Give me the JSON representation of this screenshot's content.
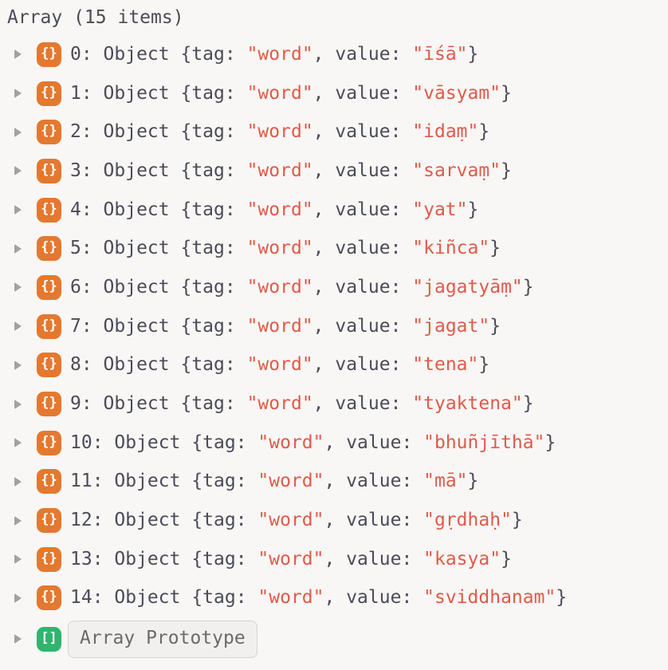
{
  "header": {
    "title": "Array (15 items)"
  },
  "list": {
    "item_type": "Object",
    "fragments": {
      "index_sep": ": ",
      "open": " {",
      "tag_key": "tag",
      "kv_sep": ": ",
      "comma": ", ",
      "value_key": "value",
      "close": "}",
      "quote": "\""
    },
    "items": [
      {
        "index": "0",
        "tag": "word",
        "value": "īśā"
      },
      {
        "index": "1",
        "tag": "word",
        "value": "vāsyam"
      },
      {
        "index": "2",
        "tag": "word",
        "value": "idaṃ"
      },
      {
        "index": "3",
        "tag": "word",
        "value": "sarvaṃ"
      },
      {
        "index": "4",
        "tag": "word",
        "value": "yat"
      },
      {
        "index": "5",
        "tag": "word",
        "value": "kiñca"
      },
      {
        "index": "6",
        "tag": "word",
        "value": "jagatyāṃ"
      },
      {
        "index": "7",
        "tag": "word",
        "value": "jagat"
      },
      {
        "index": "8",
        "tag": "word",
        "value": "tena"
      },
      {
        "index": "9",
        "tag": "word",
        "value": "tyaktena"
      },
      {
        "index": "10",
        "tag": "word",
        "value": "bhuñjīthā"
      },
      {
        "index": "11",
        "tag": "word",
        "value": "mā"
      },
      {
        "index": "12",
        "tag": "word",
        "value": "gṛdhaḥ"
      },
      {
        "index": "13",
        "tag": "word",
        "value": "kasya"
      },
      {
        "index": "14",
        "tag": "word",
        "value": "sviddhanam"
      }
    ]
  },
  "prototype": {
    "label": "Array Prototype"
  },
  "icons": {
    "expand_arrow": "triangle-right",
    "object_glyph": "{}",
    "array_glyph": "[]"
  },
  "colors": {
    "background": "#f8f7f5",
    "text": "#4b4b58",
    "string": "#e05a4a",
    "object_badge": "#e5782f",
    "array_badge": "#2fb56e",
    "arrow": "#a3a09e",
    "prototype_bg": "#f1f0ee",
    "prototype_border": "#d5d4d2",
    "prototype_text": "#6a6a6a"
  }
}
